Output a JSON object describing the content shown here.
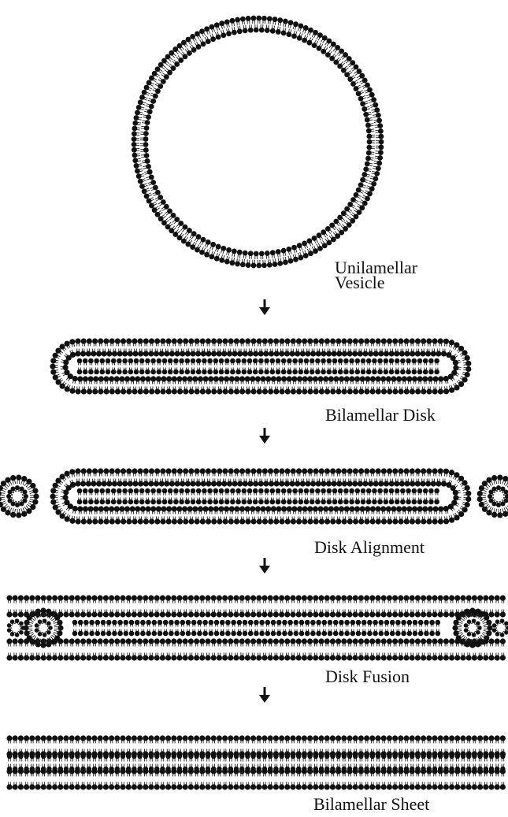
{
  "stages": [
    {
      "id": "vesicle",
      "label_lines": [
        "Unilamellar",
        "Vesicle"
      ]
    },
    {
      "id": "disk",
      "label": "Bilamellar Disk"
    },
    {
      "id": "alignment",
      "label": "Disk Alignment"
    },
    {
      "id": "fusion",
      "label": "Disk Fusion"
    },
    {
      "id": "sheet",
      "label": "Bilamellar Sheet"
    }
  ],
  "colors": {
    "headgroup": "#111111",
    "tail": "#222222",
    "background": "#ffffff"
  }
}
